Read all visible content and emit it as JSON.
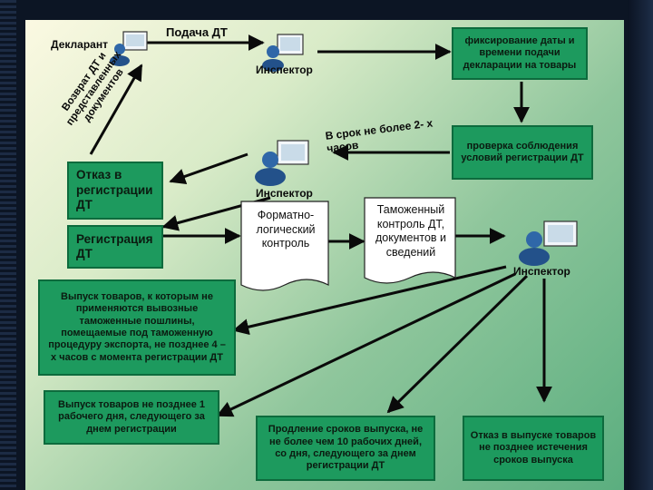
{
  "labels": {
    "declarant": "Декларант",
    "submission": "Подача ДТ",
    "inspector_top": "Инспектор",
    "inspector_mid": "Инспектор",
    "inspector_right": "Инспектор",
    "return_docs": "Возврат ДТ и представленных документов",
    "deadline": "В срок не более 2- х часов"
  },
  "boxes": {
    "fix_date": "фиксирование даты и времени подачи декларации на товары",
    "check_conditions": "проверка соблюдения условий регистрации ДТ",
    "refusal": "Отказ в регистрации ДТ",
    "registration": "Регистрация ДТ",
    "release_export": "Выпуск товаров, к которым не применяются вывозные таможенные пошлины, помещаемые под таможенную процедуру экспорта, не позднее 4 – х часов с момента регистрации ДТ",
    "release_1day": "Выпуск товаров не позднее 1 рабочего дня, следующего за днем регистрации",
    "extension": "Продление сроков выпуска, не не более чем 10 рабочих дней, со дня, следующего за днем регистрации ДТ",
    "refusal_release": "Отказ в выпуске товаров не позднее истечения сроков выпуска"
  },
  "documents": {
    "format_control": "Форматно-логический контроль",
    "customs_control": "Таможенный контроль ДТ, документов и сведений"
  },
  "colors": {
    "box_fill": "#1d9a5e",
    "box_border": "#0d6b3d",
    "arrow": "#0a0a0a"
  }
}
